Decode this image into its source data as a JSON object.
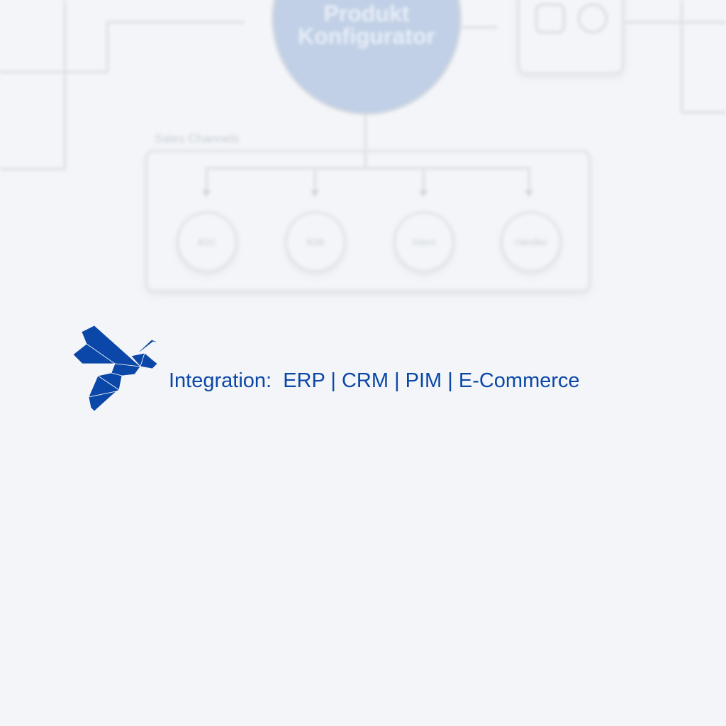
{
  "diagram": {
    "hub": {
      "line1": "Produkt",
      "line2": "Konfigurator"
    },
    "channels_label": "Sales Channels",
    "channels": [
      "B2C",
      "B2B",
      "Intern",
      "Händler"
    ]
  },
  "tagline": "Integration:  ERP | CRM | PIM | E-Commerce",
  "colors": {
    "brand": "#0a47a8",
    "background": "#f3f5f8",
    "hub": "#c1d0e6"
  }
}
